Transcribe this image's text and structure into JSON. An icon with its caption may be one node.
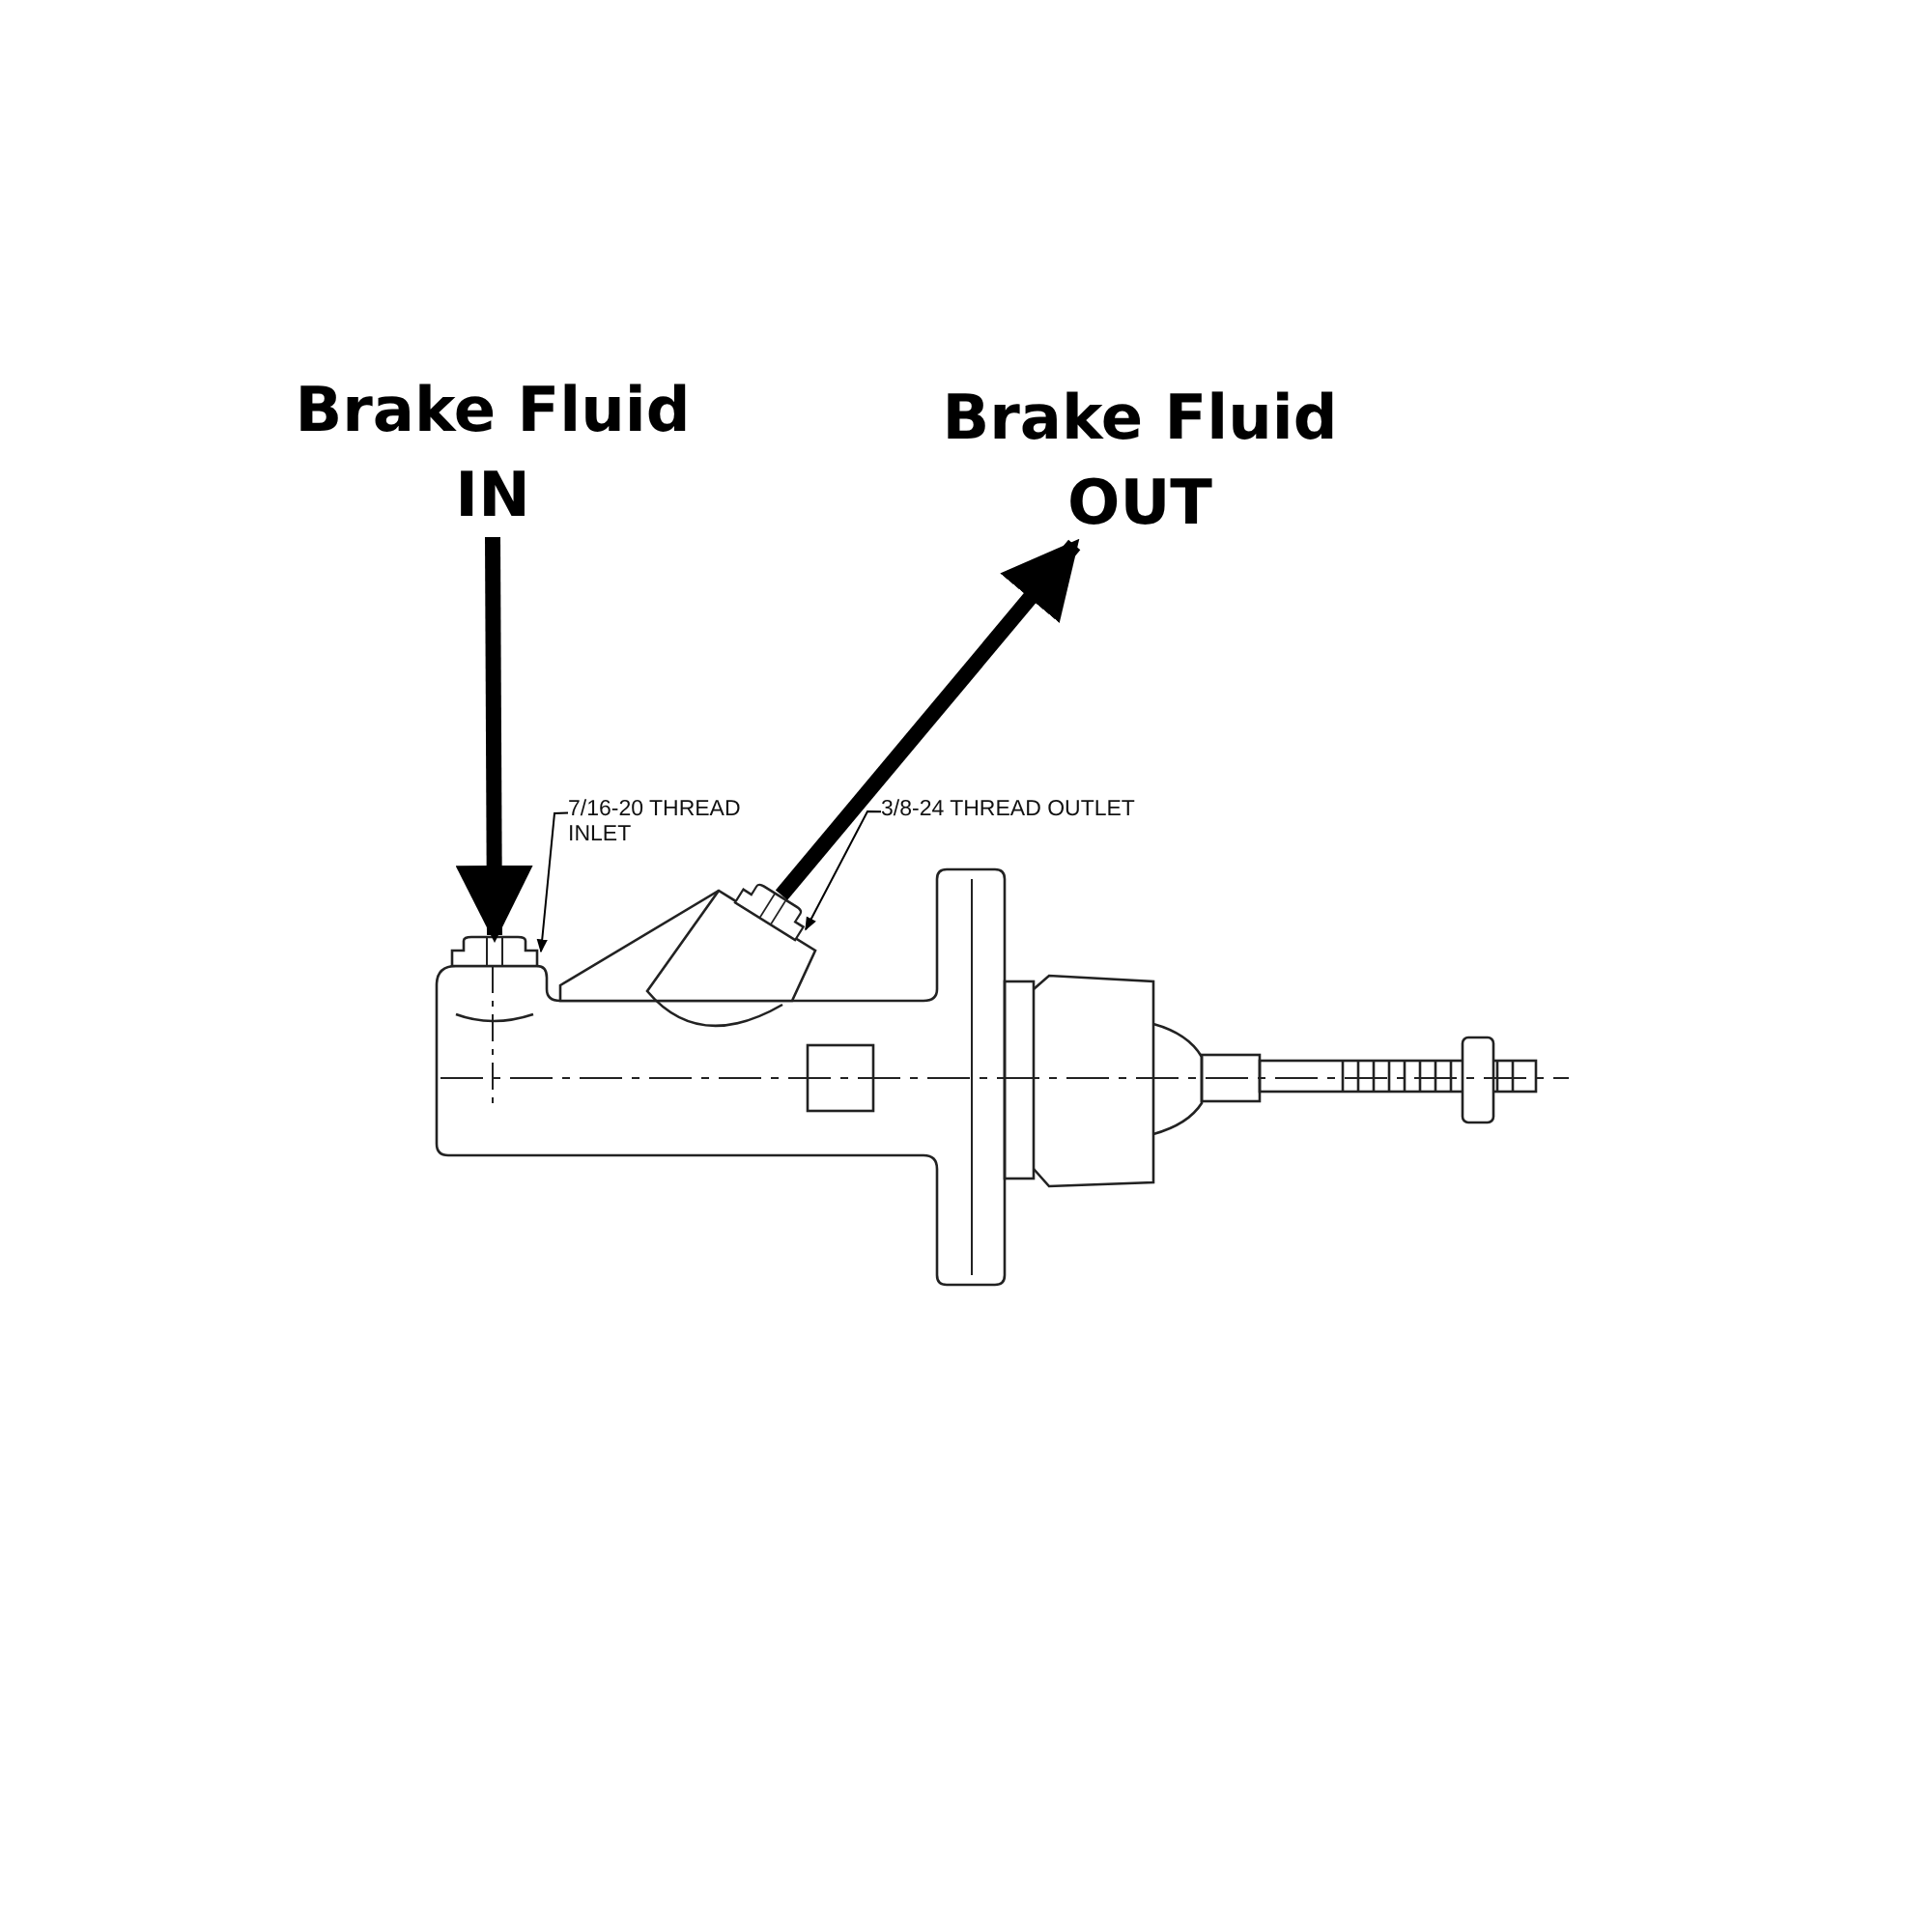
{
  "diagram": {
    "nodes": [
      {
        "text": [
          "Brake Fluid IN"
        ]
      },
      {
        "text": [
          "Brake Fluid OUT"
        ]
      },
      {
        "text": [
          "7/16-20 THREAD INLET"
        ]
      },
      {
        "text": [
          "3/8-24 THREAD OUTLET"
        ]
      },
      {
        "text": [],
        "shape": "picture"
      },
      {
        "text": [],
        "shape": "picture"
      }
    ],
    "edges": [
      {
        "from": 0,
        "to": 4,
        "arrow": "to",
        "style": "thick"
      },
      {
        "from": 5,
        "to": 1,
        "arrow": "to",
        "style": "thick"
      },
      {
        "from": 2,
        "to": 4,
        "arrow": "to"
      },
      {
        "from": 3,
        "to": 5,
        "arrow": "to"
      }
    ]
  }
}
